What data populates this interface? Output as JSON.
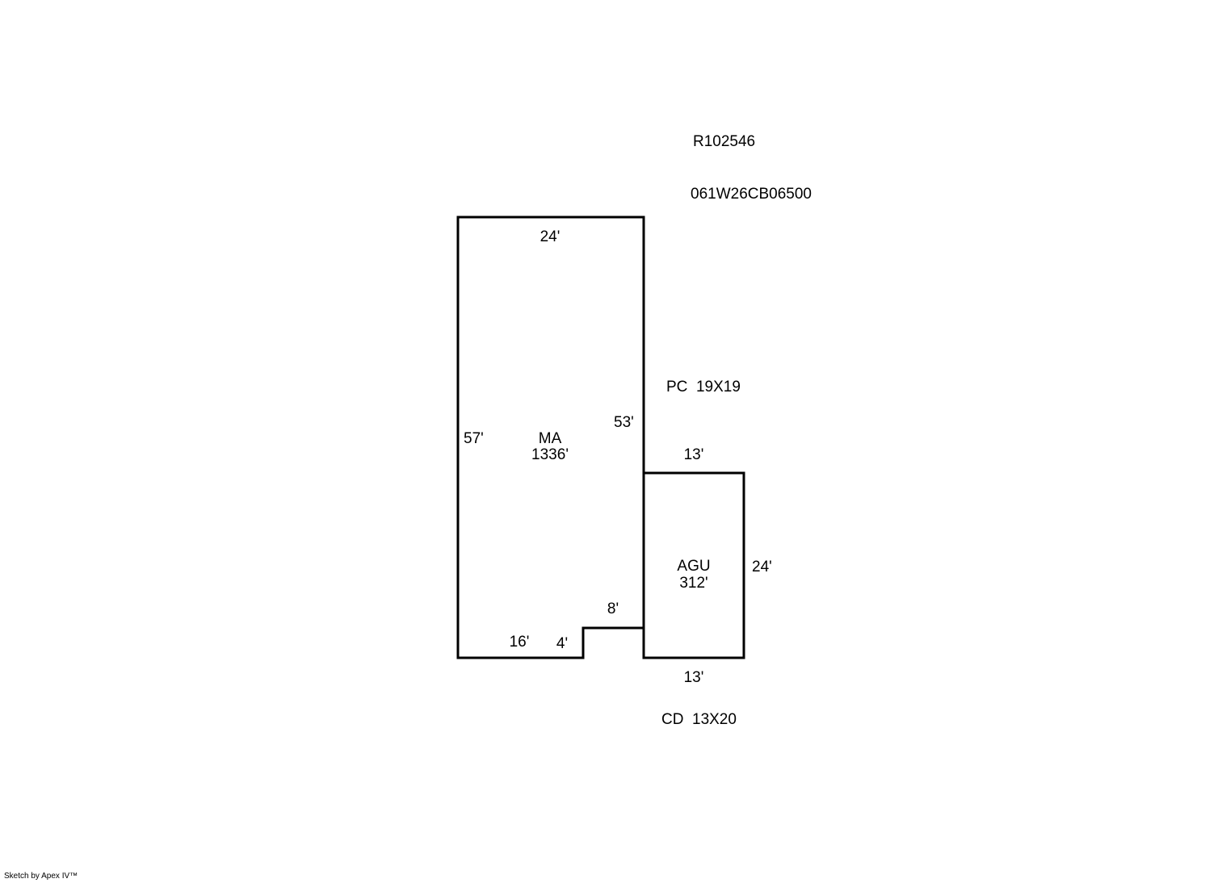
{
  "header": {
    "record_id": "R102546",
    "parcel_id": "061W26CB06500"
  },
  "areas": {
    "main": {
      "code": "MA",
      "size": "1336'",
      "dims": {
        "top": "24'",
        "left": "57'",
        "right": "53'",
        "bottom_left": "16'",
        "notch_width": "4'",
        "notch_height": "8'"
      }
    },
    "garage": {
      "code": "AGU",
      "size": "312'",
      "dims": {
        "top": "13'",
        "right": "24'",
        "bottom": "13'"
      }
    }
  },
  "notes": {
    "porch": "PC  19X19",
    "deck": "CD  13X20"
  },
  "footer": {
    "credit": "Sketch by Apex IV™"
  }
}
